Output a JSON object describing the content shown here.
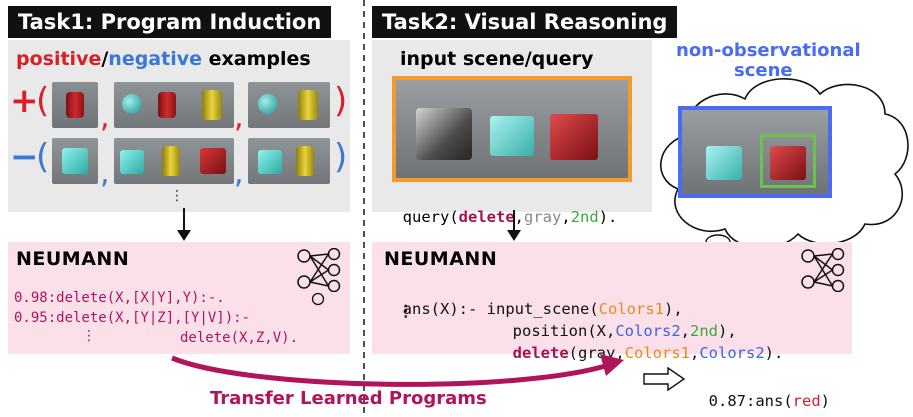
{
  "task1": {
    "title": "Task1: Program Induction",
    "examples_pos": "positive",
    "examples_slash": "/",
    "examples_neg": "negative",
    "examples_rest": " examples",
    "plus": "+",
    "minus": "−",
    "open_paren": "(",
    "close_paren": ")",
    "comma": ",",
    "dots": "⋮",
    "neumann": "NEUMANN",
    "programs": [
      "0.98:delete(X,[X|Y],Y):-.",
      "0.95:delete(X,[Y|Z],[Y|V]):-",
      "delete(X,Z,V)."
    ],
    "prog_dots": "⋮"
  },
  "task2": {
    "title": "Task2: Visual Reasoning",
    "input_label": "input scene/query",
    "nonobs_label_1": "non-observational",
    "nonobs_label_2": "scene",
    "query_prefix": "query(",
    "query_delete": "delete",
    "query_c1": ",",
    "query_gray": "gray",
    "query_c2": ",",
    "query_2nd": "2nd",
    "query_end": ").",
    "neumann": "NEUMANN",
    "ans_head": "ans(X):- ",
    "ans_l1_a": "input_scene(",
    "ans_l1_b": "Colors1",
    "ans_l1_c": "),",
    "ans_l2_a": "position(X,",
    "ans_l2_b": "Colors2",
    "ans_l2_c": ",",
    "ans_l2_d": "2nd",
    "ans_l2_e": "),",
    "ans_l3_a": "delete",
    "ans_l3_b": "(gray,",
    "ans_l3_c": "Colors1",
    "ans_l3_d": ",",
    "ans_l3_e": "Colors2",
    "ans_l3_f": ").",
    "ans_dots": "⋮",
    "result_prefix": "0.87:ans(",
    "result_value": "red",
    "result_suffix": ")"
  },
  "transfer_label": "Transfer Learned Programs",
  "colors": {
    "positive": "#d81f2a",
    "negative": "#3a78d4",
    "accent_pink": "#b0145a",
    "input_frame": "#f29a2e",
    "nonobs_frame": "#4a6cf0",
    "highlight_box": "#6cc24a"
  }
}
